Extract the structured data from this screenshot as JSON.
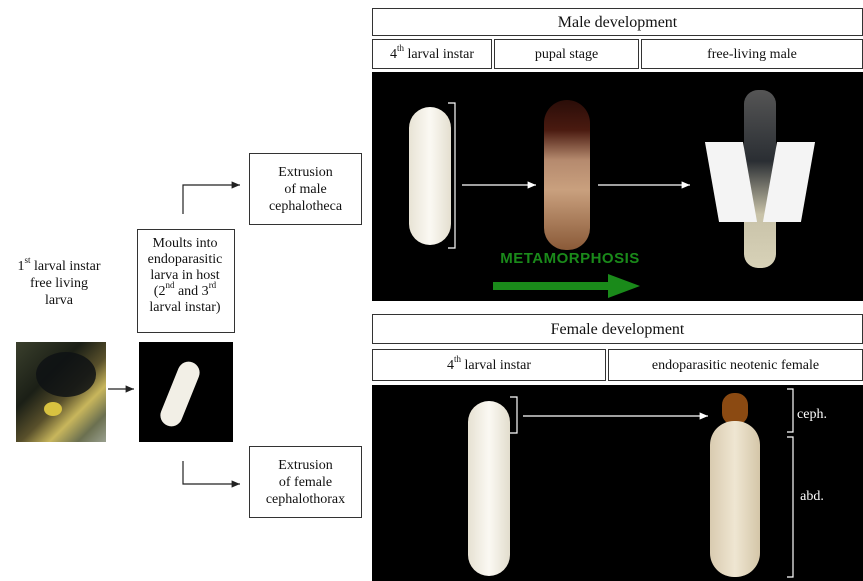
{
  "stage1": {
    "label": "1",
    "sup": "st",
    "rest": " larval instar",
    "line2": "free living",
    "line3": "larva"
  },
  "moults": {
    "line1": "Moults into",
    "line2": "endoparasitic",
    "line3": "larva in host",
    "line4a": "(2",
    "sup1": "nd",
    "line4b": " and 3",
    "sup2": "rd",
    "line5": "larval instar)"
  },
  "male_extrusion": {
    "line1": "Extrusion",
    "line2": "of male",
    "line3": "cephalotheca"
  },
  "female_extrusion": {
    "line1": "Extrusion",
    "line2": "of female",
    "line3": "cephalothorax"
  },
  "male": {
    "title": "Male development",
    "col1_num": "4",
    "col1_sup": "th",
    "col1_rest": " larval instar",
    "col2": "pupal stage",
    "col3": "free-living male",
    "metamorphosis": "METAMORPHOSIS"
  },
  "female": {
    "title": "Female development",
    "col1_num": "4",
    "col1_sup": "th",
    "col1_rest": " larval instar",
    "col2": "endoparasitic neotenic female",
    "ceph": "ceph.",
    "abd": "abd."
  },
  "colors": {
    "panel": "#000000",
    "metamorphosis": "#1a8a1a",
    "larva": "#f2efe6",
    "pupa": "#8a4a22",
    "ceph": "#8b4a12"
  }
}
